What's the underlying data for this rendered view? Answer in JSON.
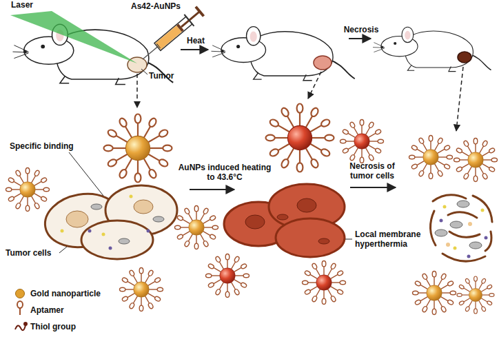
{
  "diagram": {
    "labels": [
      "Laser",
      "As42-AuNPs",
      "Tumor",
      "Heat",
      "Necrosis",
      "Specific binding",
      "AuNPs induced heating to 43.6°C",
      "Necrosis of tumor cells",
      "Local membrane hyperthermia",
      "Tumor cells"
    ],
    "legend": [
      {
        "text": "Gold nanoparticle",
        "color": "#e0a030"
      },
      {
        "text": "Aptamer"
      },
      {
        "text": "Thiol group"
      }
    ]
  }
}
